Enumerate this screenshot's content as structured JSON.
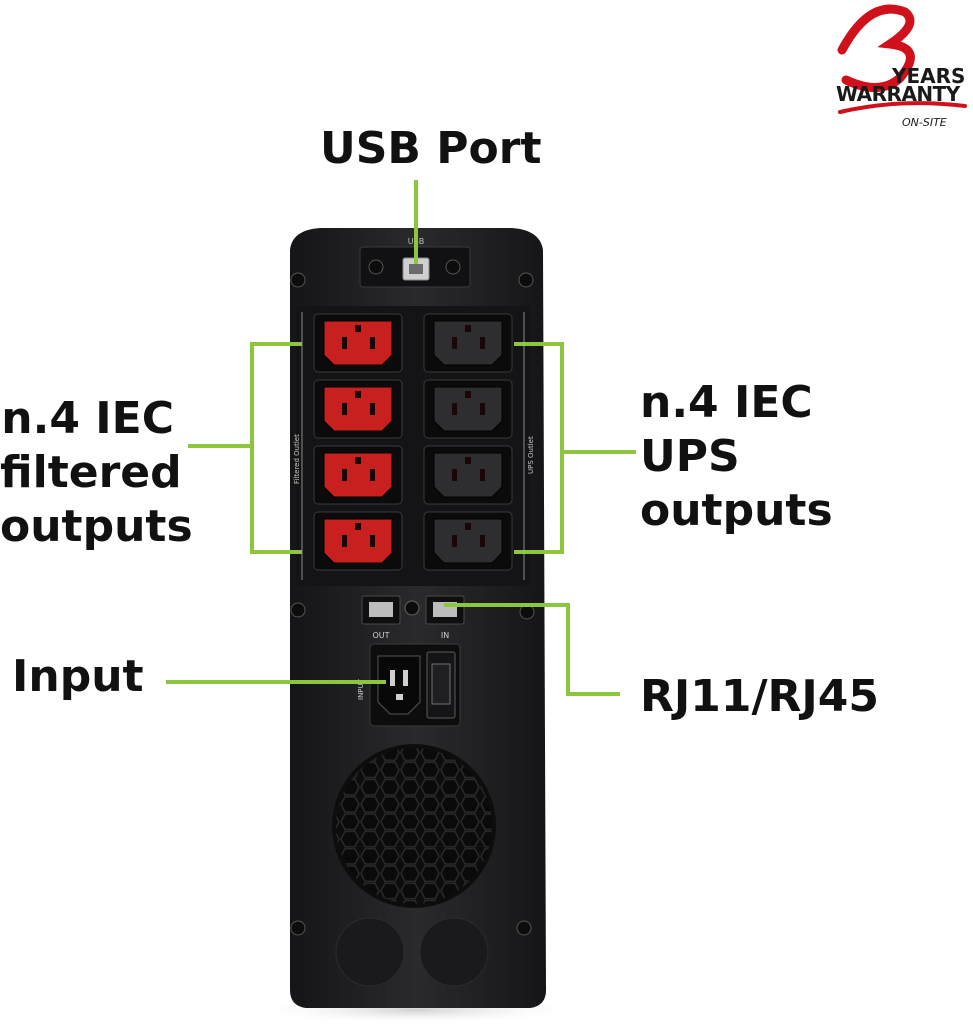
{
  "warranty": {
    "number": "3",
    "years": "YEARS",
    "word": "WARRANTY",
    "onsite": "ON-SITE",
    "accent_color": "#d0101a"
  },
  "callouts": {
    "usb_port": "USB Port",
    "filtered_outputs": [
      "n.4 IEC",
      "filtered",
      "outputs"
    ],
    "ups_outputs": [
      "n.4 IEC",
      "UPS",
      "outputs"
    ],
    "input": "Input",
    "rj": "RJ11/RJ45"
  },
  "device": {
    "usb_label": "USB",
    "filtered_outlet_label": "Filtered Outlet",
    "ups_outlet_label": "UPS Outlet",
    "out_label": "OUT",
    "in_label": "IN",
    "input_label": "INPUT",
    "filtered_outlets": 4,
    "ups_outlets": 4
  },
  "colors": {
    "leader": "#8cc63f",
    "body": "#1e1e20",
    "outlet_red": "#c8201e",
    "outlet_gray": "#2e2e30"
  }
}
